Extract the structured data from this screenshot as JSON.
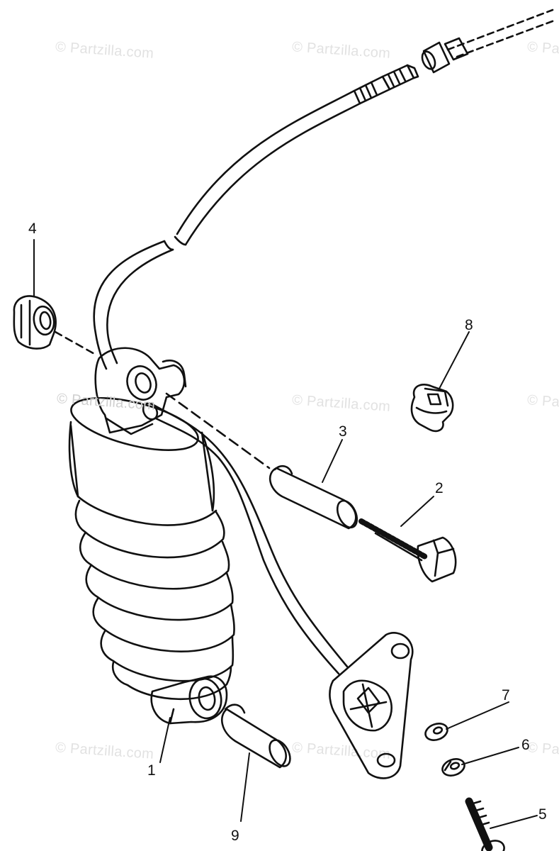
{
  "diagram": {
    "watermark": "© Partzilla.com",
    "callouts": {
      "c1": "1",
      "c2": "2",
      "c3": "3",
      "c4": "4",
      "c5": "5",
      "c6": "6",
      "c7": "7",
      "c8": "8",
      "c9": "9"
    },
    "colors": {
      "ink": "#111111",
      "watermark": "#e2e2e2",
      "background": "#ffffff"
    }
  }
}
